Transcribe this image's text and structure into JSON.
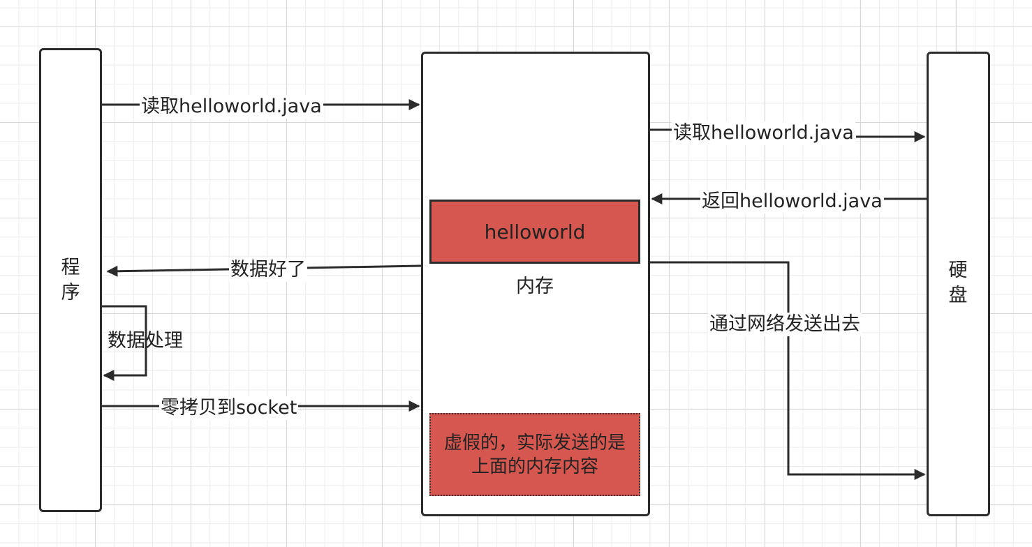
{
  "nodes": {
    "program": "程序",
    "memory": "内存",
    "disk": "硬盘",
    "memory_block": "helloworld",
    "virtual_block": "虚假的，实际发送的是上面的内存内容"
  },
  "edges": {
    "program_to_memory_read": "读取helloworld.java",
    "memory_to_disk_read": "读取helloworld.java",
    "disk_to_memory_return": "返回helloworld.java",
    "memory_to_program_ready": "数据好了",
    "program_self_process": "数据处理",
    "program_to_memory_zerocopy": "零拷贝到socket",
    "memory_to_disk_network": "通过网络发送出去"
  },
  "colors": {
    "block_fill": "#d6574f",
    "stroke": "#2b2b2b"
  }
}
